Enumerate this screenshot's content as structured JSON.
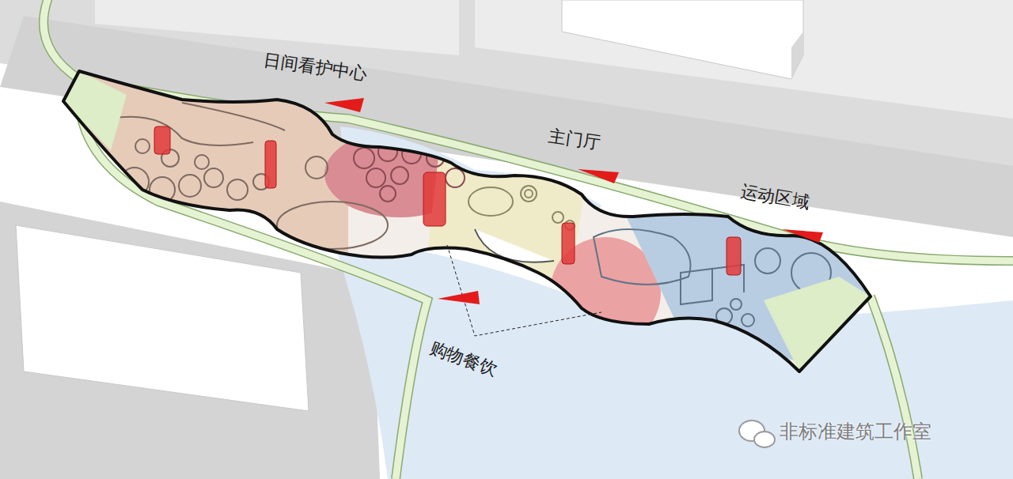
{
  "diagram": {
    "labels": [
      "日间看护中心",
      "主门厅",
      "运动区域",
      "购物餐饮",
      "非标准建筑工作室"
    ]
  }
}
